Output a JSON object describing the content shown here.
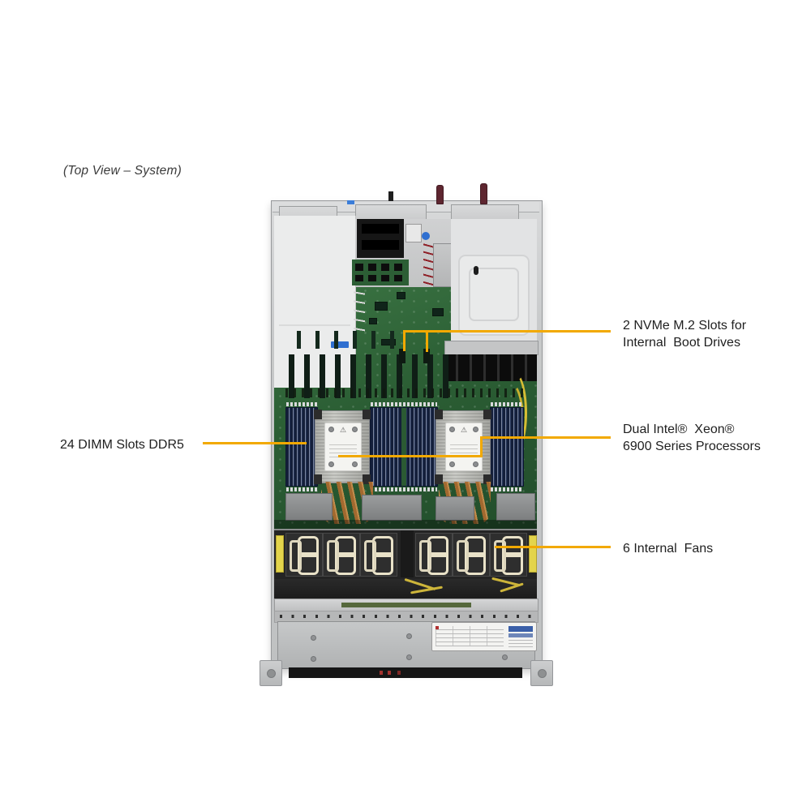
{
  "title": {
    "text": "(Top View – System)"
  },
  "callouts": {
    "nvme": {
      "text": "2 NVMe M.2 Slots for\nInternal  Boot Drives"
    },
    "dimm": {
      "text": "24 DIMM Slots DDR5"
    },
    "cpu": {
      "text": "Dual Intel®  Xeon®\n6900 Series Processors"
    },
    "fans": {
      "text": "6 Internal  Fans"
    }
  },
  "icons": {
    "warning": "⚠"
  },
  "colors": {
    "callout_line": "#F2A900",
    "motherboard_green": "#2F6B3C",
    "dimm_navy": "#1B2A4A",
    "chassis_gray": "#C7C9CA",
    "fan_handle_cream": "#E9E2C8",
    "copper": "#B07434",
    "yellow_tab": "#E3D44C",
    "label_text": "#1F1F1F"
  }
}
